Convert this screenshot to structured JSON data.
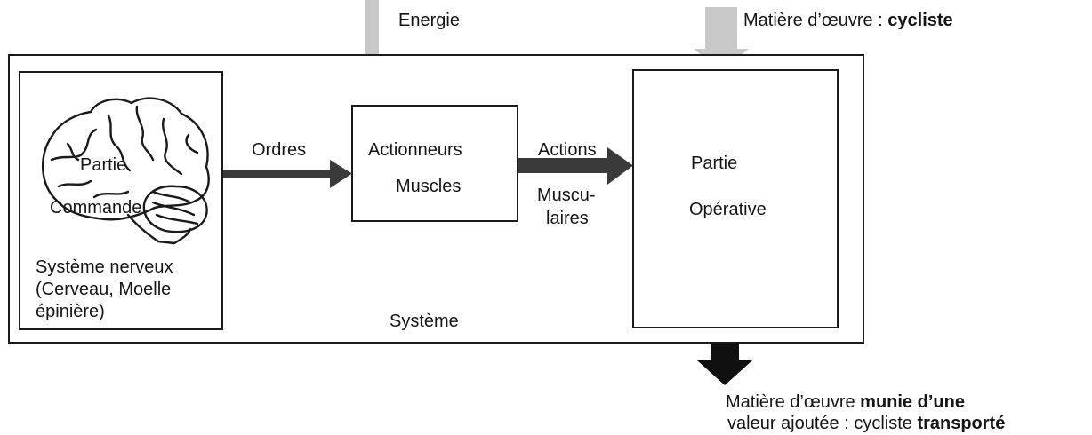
{
  "inputs": {
    "energy_label": "Energie",
    "matter_prefix": "Matière d’œuvre : ",
    "matter_value": "cycliste"
  },
  "system": {
    "label": "Système",
    "command": {
      "line1": "Partie",
      "line2": "Commande",
      "desc_line1": "Système nerveux",
      "desc_line2": "(Cerveau, Moelle",
      "desc_line3": "épinière)"
    },
    "orders_label": "Ordres",
    "actuators": {
      "line1": "Actionneurs",
      "line2": "Muscles"
    },
    "actions": {
      "line1": "Actions",
      "line2": "Muscu-",
      "line3": "laires"
    },
    "operative": {
      "line1": "Partie",
      "line2": "Opérative"
    }
  },
  "output": {
    "line1_a": "Matière d’œuvre ",
    "line1_b": "munie d’une",
    "line2_a": "valeur ajoutée : cycliste ",
    "line2_b": "transporté"
  },
  "colors": {
    "border": "#1a1a1a",
    "arrow_dark": "#3a3a3a",
    "arrow_light": "#c8c8c8",
    "output_arrow": "#101010"
  }
}
